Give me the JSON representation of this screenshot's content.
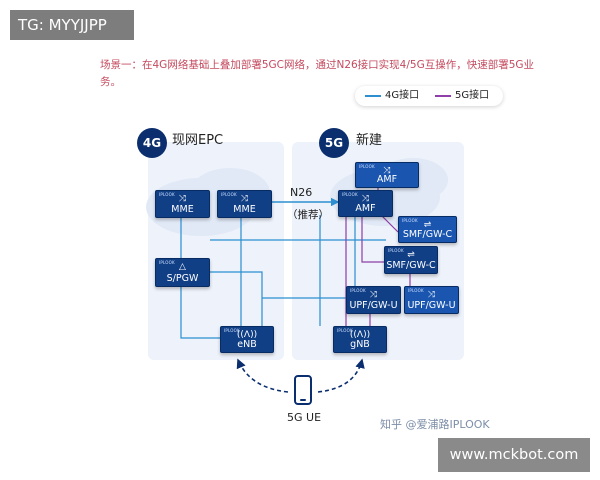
{
  "tag": "TG: MYYJJPP",
  "scenario": "场景一：在4G网络基础上叠加部署5GC网络，通过N26接口实现4/5G互操作，快速部署5G业务。",
  "legend": {
    "l4g": "4G接口",
    "l5g": "5G接口",
    "color4g": "#2b8fd0",
    "color5g": "#8e3fa8"
  },
  "epc": {
    "badge": "4G",
    "title": "现网EPC"
  },
  "ng": {
    "badge": "5G",
    "title": "新建"
  },
  "node_tag": "IPLOOK",
  "nodes": {
    "mme1": "MME",
    "mme2": "MME",
    "spgw": "S/PGW",
    "enb": "eNB",
    "amf1": "AMF",
    "amf2": "AMF",
    "smf1": "SMF/GW-C",
    "smf2": "SMF/GW-C",
    "upf1": "UPF/GW-U",
    "upf2": "UPF/GW-U",
    "gnb": "gNB"
  },
  "n26": "N26",
  "n26_note": "（推荐）",
  "ue": "5G UE",
  "watermark": "知乎 @爱浦路IPLOOK",
  "site": "www.mckbot.com"
}
